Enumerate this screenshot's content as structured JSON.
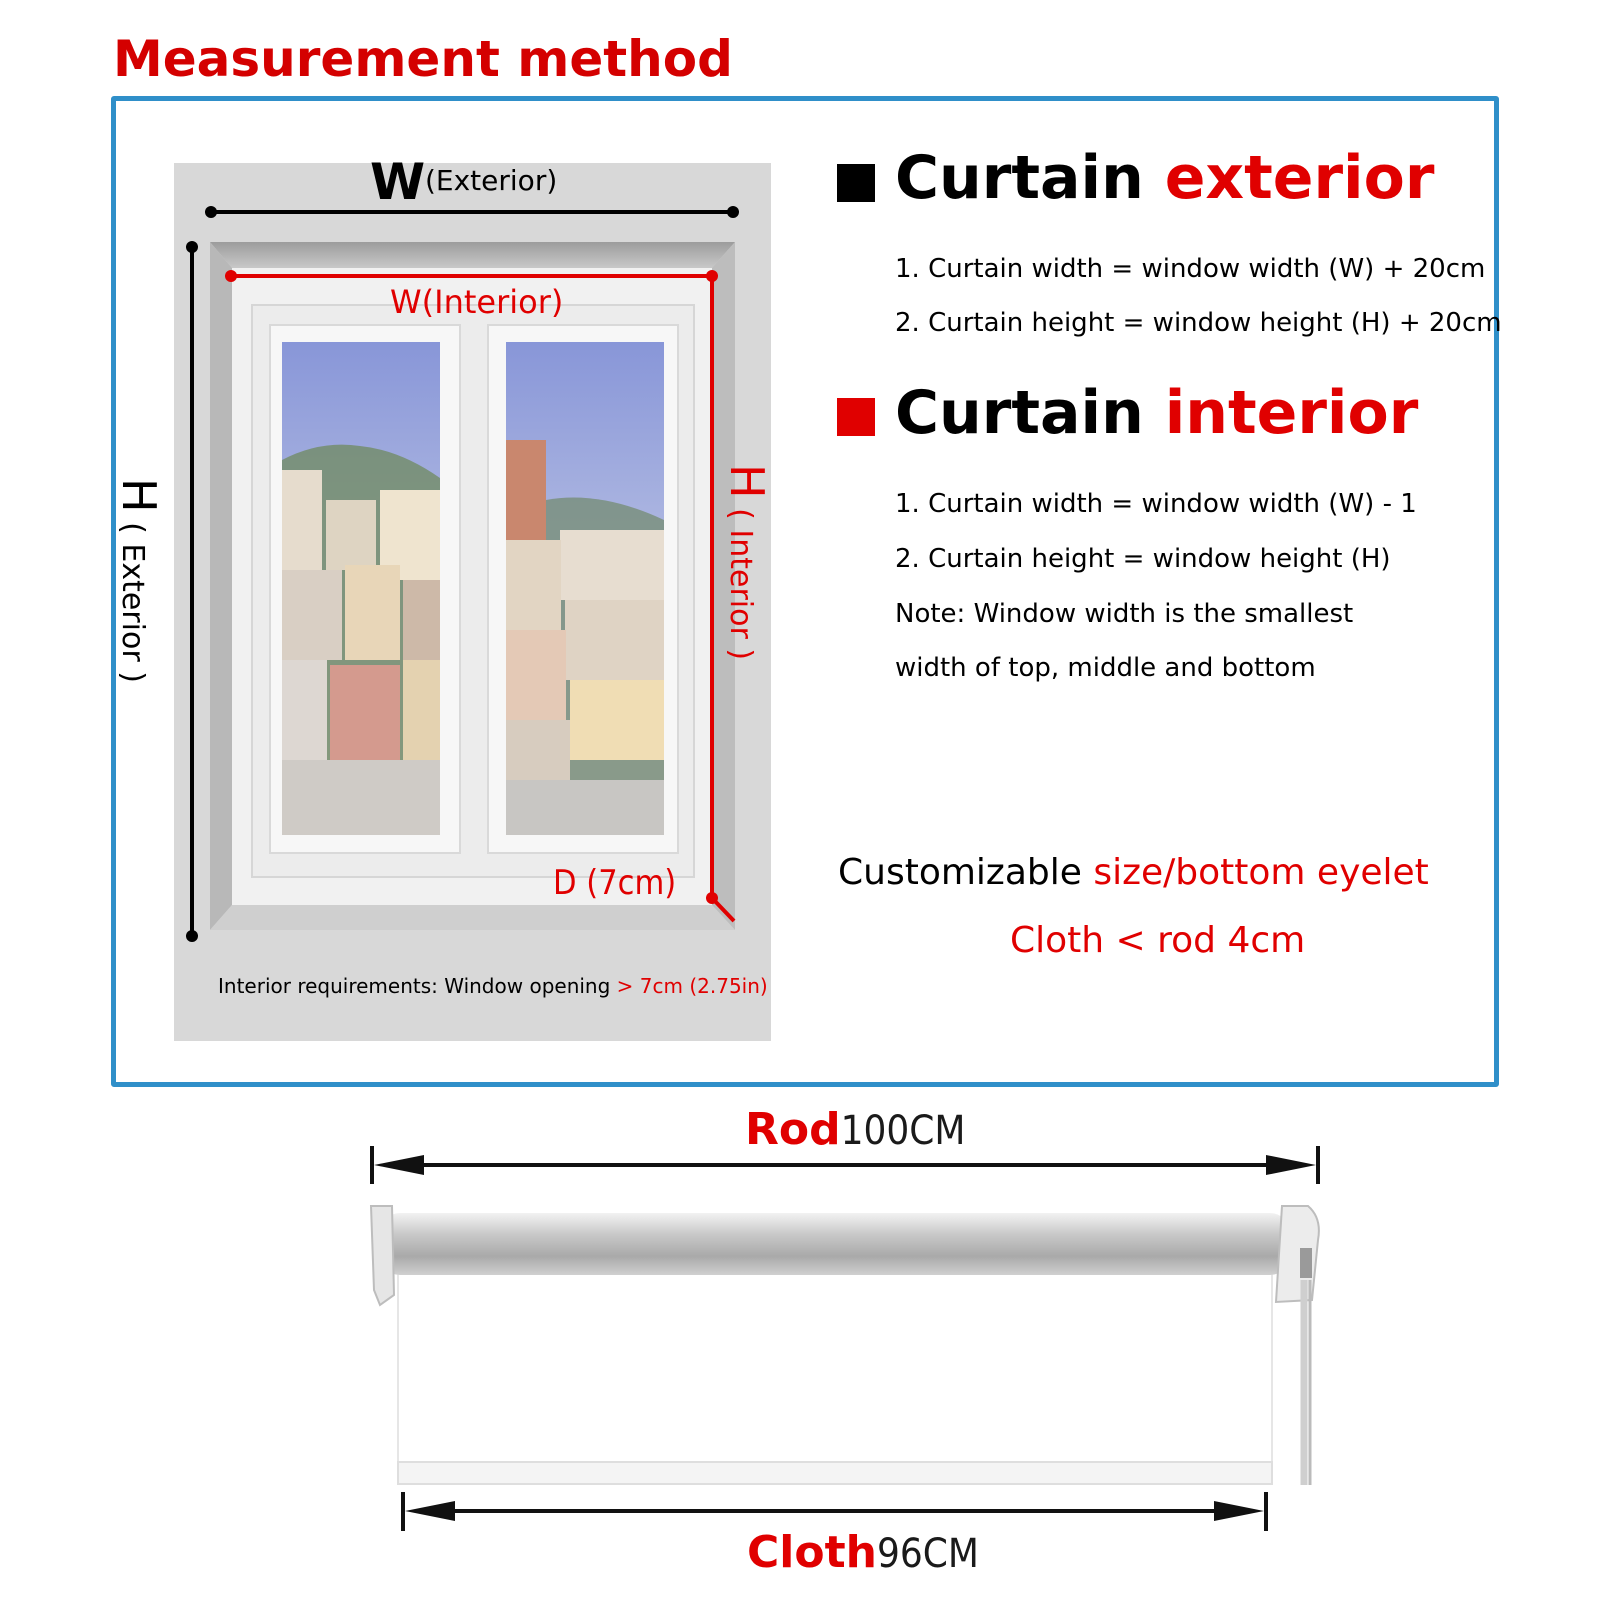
{
  "title": "Measurement method",
  "diagram": {
    "w_exterior_letter": "W",
    "w_exterior_word": "(Exterior)",
    "w_interior": "W(Interior)",
    "h_exterior_letter": "H",
    "h_exterior_word": "( Exterior )",
    "h_interior_letter": "H",
    "h_interior_word": "( Interior )",
    "depth": "D (7cm)",
    "requirement_text": "Interior requirements: Window opening",
    "requirement_value": "> 7cm (2.75in)"
  },
  "exterior": {
    "heading_black": "Curtain",
    "heading_red": "exterior",
    "rule_1": "1. Curtain width = window width (W) + 20cm",
    "rule_2": "2. Curtain height = window height (H) + 20cm"
  },
  "interior": {
    "heading_black": "Curtain",
    "heading_red": "interior",
    "rule_1": "1. Curtain width = window width (W) - 1",
    "rule_2": "2. Curtain height = window height (H)",
    "note_1": "Note: Window width is the smallest",
    "note_2": "width of top, middle and bottom"
  },
  "customize": {
    "black": "Customizable",
    "red": "size/bottom eyelet",
    "cloth_rod": "Cloth < rod 4cm"
  },
  "roller": {
    "rod_word": "Rod",
    "rod_value": "100CM",
    "cloth_word": "Cloth",
    "cloth_value": "96CM"
  },
  "colors": {
    "accent_red": "#e00000",
    "panel_border": "#2f8fc9",
    "window_frame": "#eeeeee",
    "board": "#d8d8d8"
  }
}
